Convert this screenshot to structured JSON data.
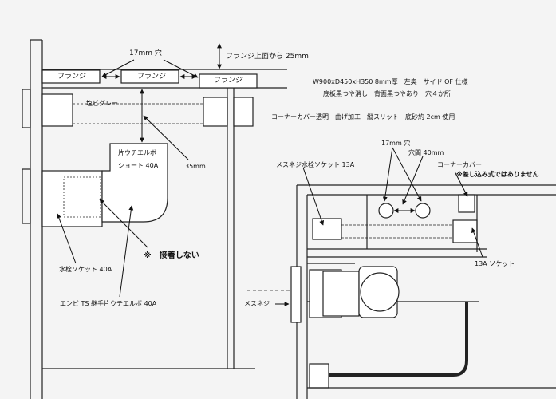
{
  "left_view": {
    "flange_label": "フランジ",
    "hole_label": "17mm 穴",
    "flange_offset_label": "フランジ上面から 25mm",
    "pvc_gray_label": "塩ビグレー",
    "elbow_label_line1": "片ウチエルボ",
    "elbow_label_line2": "ショート 40A",
    "dim_35_label": "35mm",
    "faucet_socket_label": "水栓ソケット 40A",
    "no_bond_label": "※　接着しない",
    "ts_elbow_label": "エンビ TS 継手片ウチエルボ 40A"
  },
  "spec": {
    "line1": "W900xD450xH350 8mm厚　左奥　サイド OF 仕様",
    "line2": "底板黒つや消し　背面黒つやあり　穴４か所",
    "line3": "コーナーカバー透明　曲げ加工　縦スリット　底砂約 2cm 使用"
  },
  "right_view": {
    "hole_label": "17mm 穴",
    "spacing_label": "穴間 40mm",
    "corner_cover_label": "コーナーカバー",
    "corner_note": "※差し込み式ではありません",
    "female_socket_label": "メスネジ水栓ソケット 13A",
    "socket_13a_label": "13A ソケット",
    "female_thread_label": "メスネジ"
  }
}
